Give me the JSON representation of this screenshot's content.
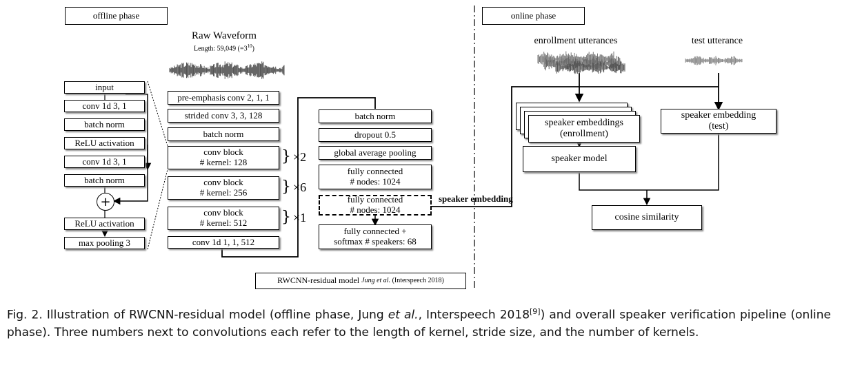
{
  "offline_label": "offline phase",
  "online_label": "online phase",
  "raw_waveform": {
    "title": "Raw Waveform",
    "length_prefix": "Length: 59,049 (=3",
    "length_exp": "10",
    "length_suffix": ")"
  },
  "residual_block": {
    "items": [
      "input",
      "conv 1d 3, 1",
      "batch norm",
      "ReLU activation",
      "conv 1d 3, 1",
      "batch norm"
    ],
    "add_symbol": "+",
    "after": [
      "ReLU activation",
      "max pooling 3"
    ]
  },
  "main_column": {
    "pre_emphasis": "pre-emphasis conv 2, 1, 1",
    "strided": "strided conv 3, 3, 128",
    "batch_norm": "batch norm",
    "blocks": [
      {
        "title": "conv block",
        "kernel": "# kernel: 128",
        "times": "×2"
      },
      {
        "title": "conv block",
        "kernel": "# kernel: 256",
        "times": "×6"
      },
      {
        "title": "conv block",
        "kernel": "# kernel: 512",
        "times": "×1"
      }
    ],
    "conv_last": "conv 1d 1, 1, 512"
  },
  "head_column": {
    "items": [
      "batch norm",
      "dropout 0.5",
      "global average pooling"
    ],
    "fc1": [
      "fully connected",
      "# nodes: 1024"
    ],
    "fc2": [
      "fully connected",
      "# nodes: 1024"
    ],
    "fc3": [
      "fully connected +",
      "softmax # speakers: 68"
    ]
  },
  "speaker_embedding_label": "speaker embedding",
  "model_caption": {
    "prefix": "RWCNN-residual model ",
    "italic": "Jung et al.",
    "suffix": " (Interspeech 2018)"
  },
  "online": {
    "enrollment_label": "enrollment utterances",
    "test_label": "test utterance",
    "emb_enroll": [
      "speaker embeddings",
      "(enrollment)"
    ],
    "emb_test": [
      "speaker embedding",
      "(test)"
    ],
    "speaker_model": "speaker model",
    "cosine": "cosine similarity"
  },
  "caption": {
    "p1": "Fig. 2. Illustration of RWCNN-residual model (offline phase, Jung ",
    "italic": "et al.",
    "p2": ", Interspeech 2018",
    "sup": "[9]",
    "p3": ") and overall speaker verification pipeline (online phase). Three numbers next to convolutions each refer to the length of kernel, stride size, and the number of kernels."
  }
}
